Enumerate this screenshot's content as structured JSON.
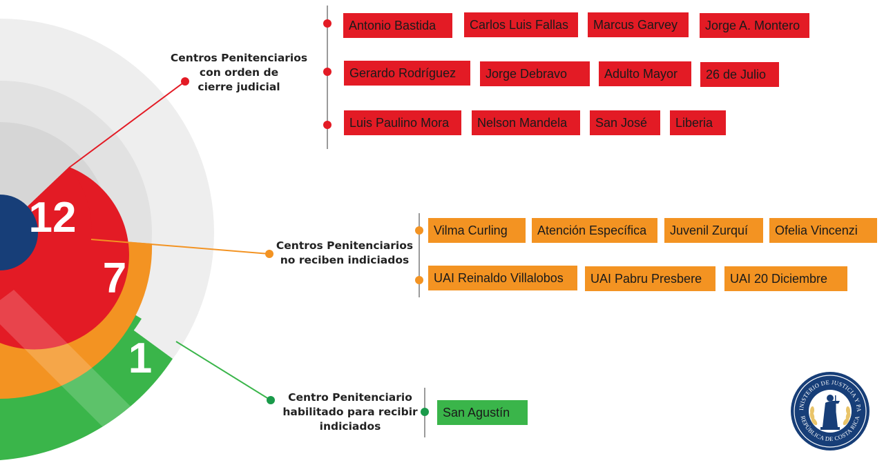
{
  "colors": {
    "red": "#e31b25",
    "orange": "#f39322",
    "green": "#3ab54a",
    "navy": "#173e78",
    "ring_light": "#ececec",
    "ring_mid": "#e0e0e0",
    "ring_dark": "#d2d2d2"
  },
  "categories": [
    {
      "count": "12",
      "label_lines": [
        "Centros Penitenciarios",
        "con orden de",
        "cierre judicial"
      ],
      "color": "#e31b25",
      "rows": [
        [
          "Antonio Bastida",
          "Carlos Luis Fallas",
          "Marcus Garvey",
          "Jorge A. Montero"
        ],
        [
          "Gerardo Rodríguez",
          "Jorge Debravo",
          "Adulto Mayor",
          "26 de Julio"
        ],
        [
          "Luis Paulino Mora",
          "Nelson Mandela",
          "San José",
          "Liberia"
        ]
      ]
    },
    {
      "count": "7",
      "label_lines": [
        "Centros Penitenciarios",
        "no reciben indiciados"
      ],
      "color": "#f39322",
      "rows": [
        [
          "Vilma Curling",
          "Atención Específica",
          "Juvenil Zurquí",
          "Ofelia Vincenzi"
        ],
        [
          "UAI Reinaldo Villalobos",
          "UAI Pabru Presbere",
          "UAI 20 Diciembre"
        ]
      ]
    },
    {
      "count": "1",
      "label_lines": [
        "Centro Penitenciario",
        "habilitado para recibir",
        "indiciados"
      ],
      "color": "#3ab54a",
      "rows": [
        [
          "San Agustín"
        ]
      ]
    }
  ],
  "seal": {
    "text_top": "MINISTERIO DE JUSTICIA Y PAZ",
    "text_bottom": "REPÚBLICA DE COSTA RICA",
    "icon": "justice-statue-icon"
  }
}
